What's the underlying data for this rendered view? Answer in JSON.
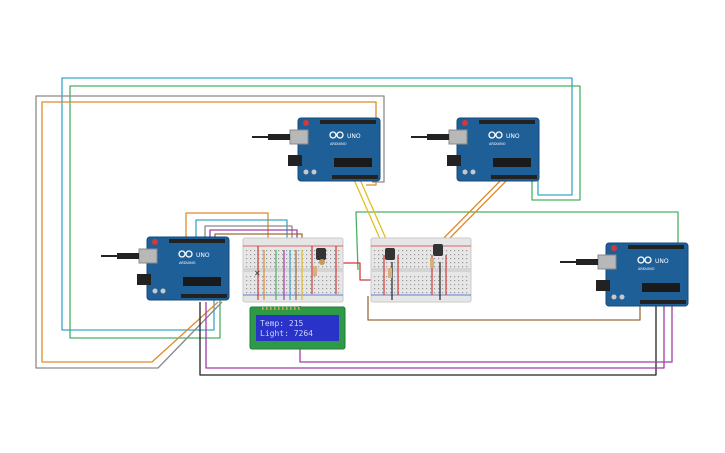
{
  "boards": [
    {
      "id": "uno-main",
      "label": "UNO",
      "brand": "ARDUINO"
    },
    {
      "id": "uno-top-left",
      "label": "UNO",
      "brand": "ARDUINO"
    },
    {
      "id": "uno-top-right",
      "label": "UNO",
      "brand": "ARDUINO"
    },
    {
      "id": "uno-right",
      "label": "UNO",
      "brand": "ARDUINO"
    }
  ],
  "lcd": {
    "line1": "Temp: 215",
    "line2": "Light: 7264"
  },
  "colors": {
    "board": "#1f5f98",
    "board_edge": "#164a7a",
    "breadboard": "#e6e6e6",
    "lcd_bezel": "#2e9a48",
    "lcd_screen": "#2a33c8",
    "lcd_text": "#c9d3ff",
    "wire_cyan": "#3aa6c8",
    "wire_green": "#4bb062",
    "wire_orange": "#e08a2a",
    "wire_gray": "#8a8a8a",
    "wire_purple": "#a23ca8",
    "wire_yellow": "#e0c020",
    "wire_brown": "#9a6a3a",
    "wire_red": "#d23a3a",
    "wire_black": "#222222"
  }
}
